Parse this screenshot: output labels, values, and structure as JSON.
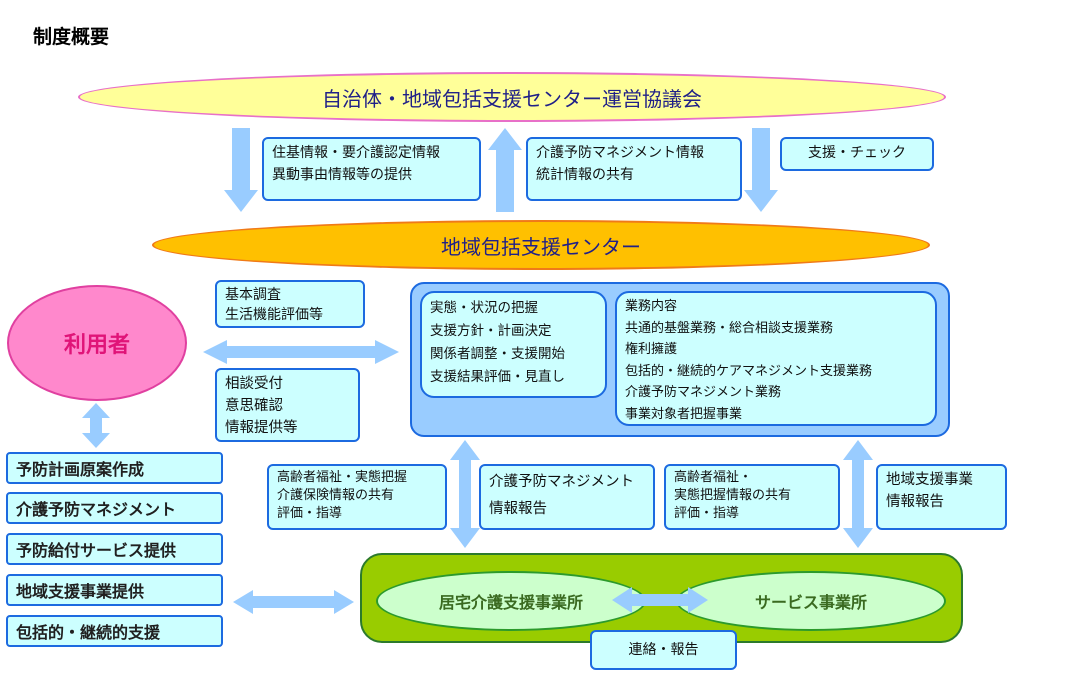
{
  "title": "制度概要",
  "council": "自治体・地域包括支援センター運営協議会",
  "center": "地域包括支援センター",
  "user": "利用者",
  "top_boxes": {
    "info_provide": [
      "住基情報・要介護認定情報",
      "異動事由情報等の提供"
    ],
    "mgmt_share": [
      "介護予防マネジメント情報",
      "統計情報の共有"
    ],
    "support_check": "支援・チェック"
  },
  "left_upper_box": [
    "基本調査",
    "生活機能評価等"
  ],
  "left_lower_box": [
    "相談受付",
    "意思確認",
    "情報提供等"
  ],
  "process_box": [
    "実態・状況の把握",
    "支援方針・計画決定",
    "関係者調整・支援開始",
    "支援結果評価・見直し"
  ],
  "work_box": [
    "業務内容",
    "共通的基盤業務・総合相談支援業務",
    "権利擁護",
    "包括的・継続的ケアマネジメント支援業務",
    "介護予防マネジメント業務",
    "事業対象者把握事業"
  ],
  "lower_boxes": {
    "elderly_left": [
      "高齢者福祉・実態把握",
      "介護保険情報の共有",
      "評価・指導"
    ],
    "mgmt_report": [
      "介護予防マネジメント",
      "情報報告"
    ],
    "elderly_right": [
      "高齢者福祉・",
      "実態把握情報の共有",
      "評価・指導"
    ],
    "regional_report": [
      "地域支援事業",
      "情報報告"
    ]
  },
  "left_list": [
    "予防計画原案作成",
    "介護予防マネジメント",
    "予防給付サービス提供",
    "地域支援事業提供",
    "包括的・継続的支援"
  ],
  "provider": "居宅介護支援事業所",
  "service": "サービス事業所",
  "contact": "連絡・報告",
  "colors": {
    "arrow": "#99ccff",
    "box_fill": "#ccffff",
    "box_border": "#1c6ae0",
    "council_fill": "#ffff99",
    "center_fill": "#ffc000",
    "user_fill": "#ff88cc",
    "green_panel": "#99cc00"
  }
}
